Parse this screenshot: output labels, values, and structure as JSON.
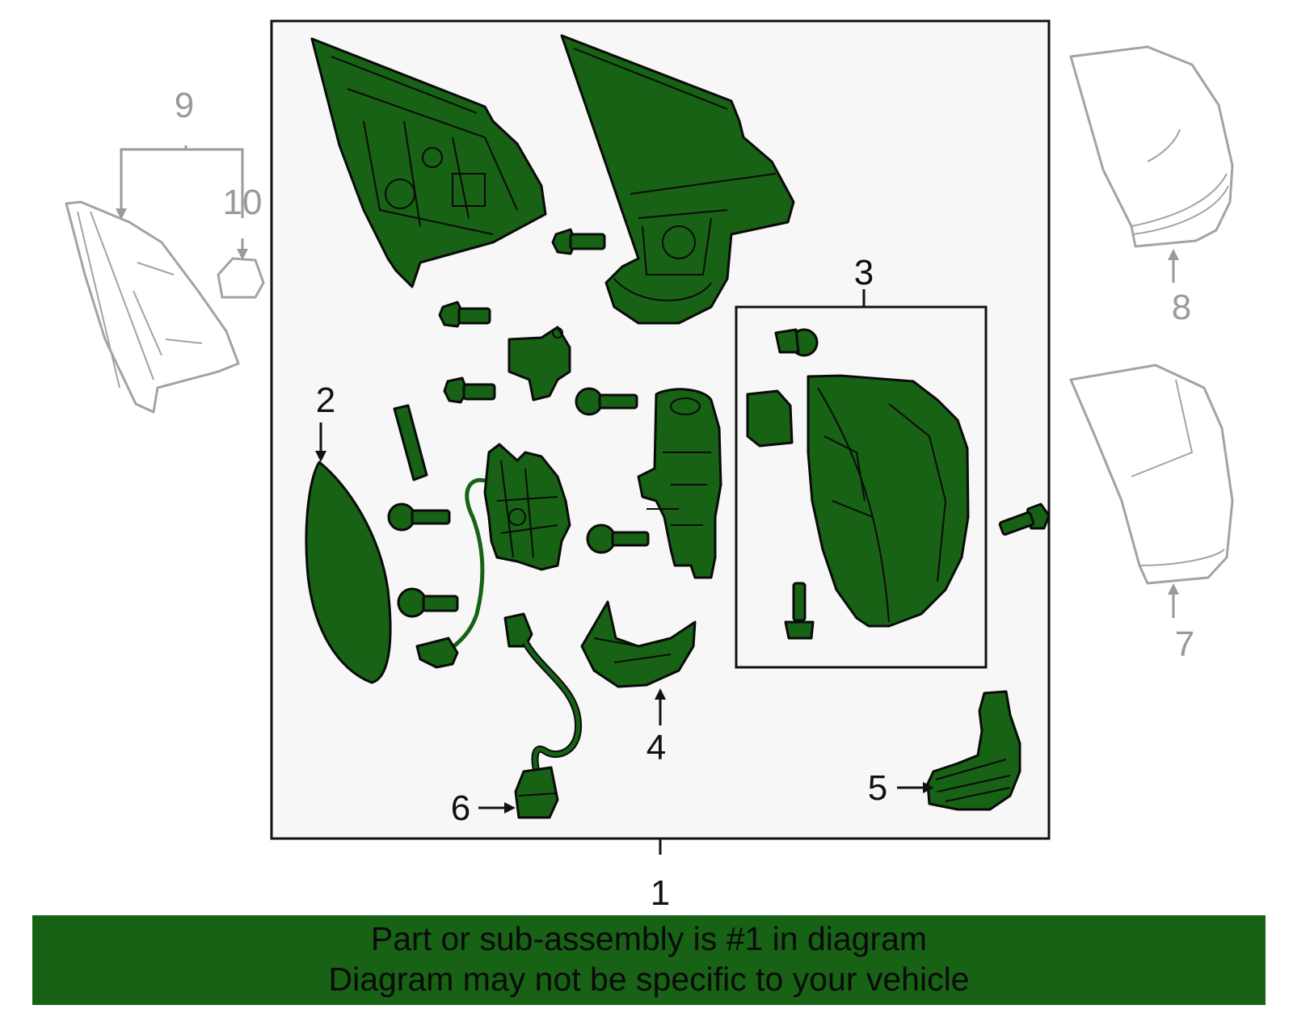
{
  "diagram": {
    "callouts": {
      "c1": "1",
      "c2": "2",
      "c3": "3",
      "c4": "4",
      "c5": "5",
      "c6": "6",
      "c7": "7",
      "c8": "8",
      "c9": "9",
      "c10": "10"
    },
    "colors": {
      "highlight_part": "#176214",
      "outline": "#0a0a0a",
      "ghost_part": "#a3a3a3",
      "frame_background": "#f7f7f7"
    }
  },
  "banner": {
    "line1": "Part or sub-assembly is #1 in diagram",
    "line2": "Diagram may not be specific to your vehicle",
    "background": "#176214"
  }
}
